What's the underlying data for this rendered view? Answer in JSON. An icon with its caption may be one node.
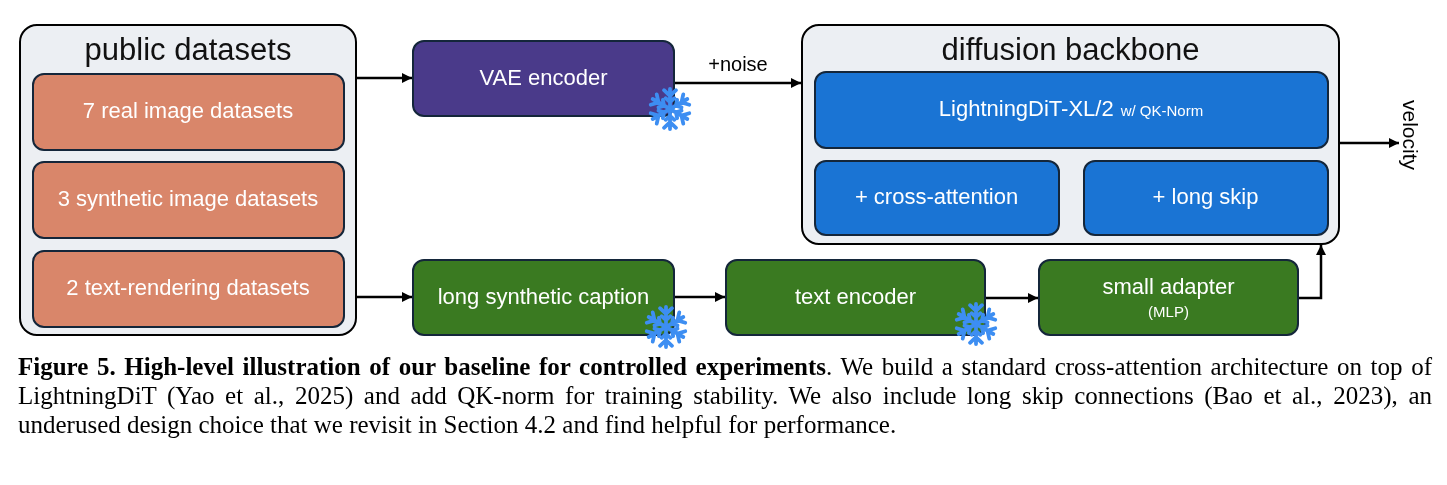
{
  "diagram": {
    "nodes": [
      {
        "text": [
          "public datasets"
        ]
      },
      {
        "text": [
          "7 real image datasets"
        ],
        "in": 0
      },
      {
        "text": [
          "3 synthetic image datasets"
        ],
        "in": 0
      },
      {
        "text": [
          "2 text-rendering datasets"
        ],
        "in": 0
      },
      {
        "text": [
          "VAE encoder"
        ]
      },
      {
        "text": [
          "diffusion backbone"
        ]
      },
      {
        "text": [
          "LightningDiT-XL/2",
          "w/ QK-Norm"
        ],
        "in": 5
      },
      {
        "text": [
          "+ cross-attention"
        ],
        "in": 5
      },
      {
        "text": [
          "+ long skip"
        ],
        "in": 5
      },
      {
        "text": [
          "long synthetic caption"
        ]
      },
      {
        "text": [
          "text encoder"
        ]
      },
      {
        "text": [
          "small adapter",
          "(MLP)"
        ]
      },
      {
        "text": [
          "velocity"
        ]
      }
    ],
    "edges": [
      {
        "from": 0,
        "to": 4,
        "arrow": "to"
      },
      {
        "from": 4,
        "to": 5,
        "arrow": "to",
        "label": "+noise"
      },
      {
        "from": 0,
        "to": 9,
        "arrow": "to"
      },
      {
        "from": 9,
        "to": 10,
        "arrow": "to"
      },
      {
        "from": 10,
        "to": 11,
        "arrow": "to"
      },
      {
        "from": 11,
        "to": 5,
        "arrow": "to"
      },
      {
        "from": 5,
        "to": 12,
        "arrow": "to"
      }
    ],
    "caption": "**Figure 5. High-level illustration of our baseline for controlled experiments**. We build a standard cross-attention architecture on top of LightningDiT (Yao et al., 2025) and add QK-norm for training stability. We also include long skip connections (Bao et al., 2023), an underused design choice that we revisit in Section 4.2 and find helpful for performance."
  }
}
